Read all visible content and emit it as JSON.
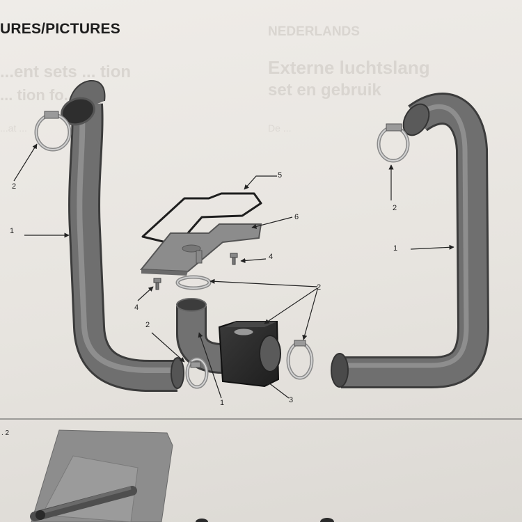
{
  "header": {
    "title": "URES/PICTURES",
    "faded_right_heading": "NEDERLANDS",
    "faded_right_title_line1": "Externe luchtslang",
    "faded_right_title_line2": "set en gebruik",
    "faded_left_line1": "...ent sets ... tion",
    "faded_left_line2": "... tion fo...",
    "faded_right_sub": "De ...",
    "faded_left_sub": "...at ..."
  },
  "diagram": {
    "callouts": {
      "left_hose": "1",
      "left_clamp": "2",
      "gasket": "5",
      "plate": "6",
      "screw_right": "4",
      "screw_left": "4",
      "clamps_group": "2",
      "elbow_clamp": "2",
      "elbow": "1",
      "adapter_box": "3",
      "right_clamp": "2",
      "right_hose": "1"
    }
  },
  "figure2": {
    "label": ". 2"
  },
  "colors": {
    "paper": "#ebe8e4",
    "hose": "#6e6e6e",
    "box": "#2c2c2c",
    "text": "#1d1d1d"
  }
}
